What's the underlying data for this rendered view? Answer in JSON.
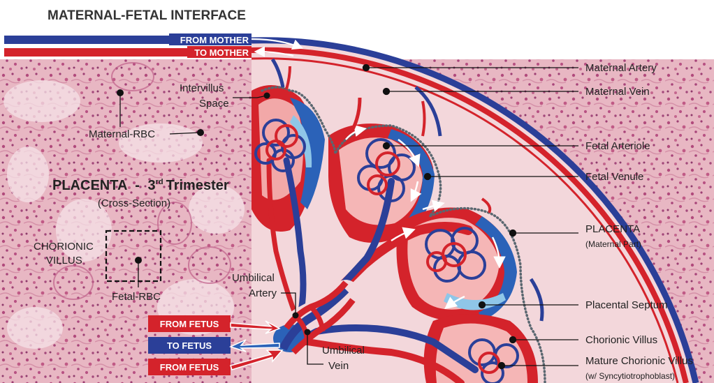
{
  "title": "MATERNAL-FETAL INTERFACE",
  "flow_bars": {
    "from_mother": "FROM MOTHER",
    "to_mother": "TO MOTHER"
  },
  "tissue_labels": {
    "placenta_title": "PLACENTA",
    "placenta_dash": "-",
    "placenta_trimester": "3",
    "placenta_ordinal": "rd",
    "placenta_trimester_word": "Trimester",
    "cross_section": "(Cross-Section)",
    "maternal_rbc": "Maternal-RBC",
    "chorionic": "CHORIONIC",
    "villus": "VILLUS",
    "fetal_rbc": "Fetal-RBC",
    "intervillus_line1": "Intervillus",
    "intervillus_line2": "Space",
    "umbilical_artery_line1": "Umbilical",
    "umbilical_artery_line2": "Artery",
    "umbilical_vein_line1": "Umbilical",
    "umbilical_vein_line2": "Vein"
  },
  "fetal_flow_boxes": {
    "from_fetus_top": "FROM FETUS",
    "to_fetus": "TO FETUS",
    "from_fetus_bottom": "FROM FETUS"
  },
  "right_labels": {
    "maternal_artery": "Maternal Artery",
    "maternal_vein": "Maternal Vein",
    "fetal_arteriole": "Fetal Arteriole",
    "fetal_venule": "Fetal Venule",
    "placenta": "PLACENTA",
    "maternal_part": "(Maternal Part)",
    "placental_septum": "Placental Septum",
    "chorionic_villus": "Chorionic Villus",
    "mature_chorionic_villus": "Mature Chorionic Villus",
    "syncytiotrophoblast": "(w/ Syncytiotrophoblast)"
  },
  "colors": {
    "maternal_blue": "#2b3f98",
    "maternal_red": "#d4232b",
    "tissue_pink": "#e9b8c4",
    "villus_pink": "#f3c9c9",
    "light_blue": "#8fc6e8",
    "text_dark": "#222222"
  }
}
